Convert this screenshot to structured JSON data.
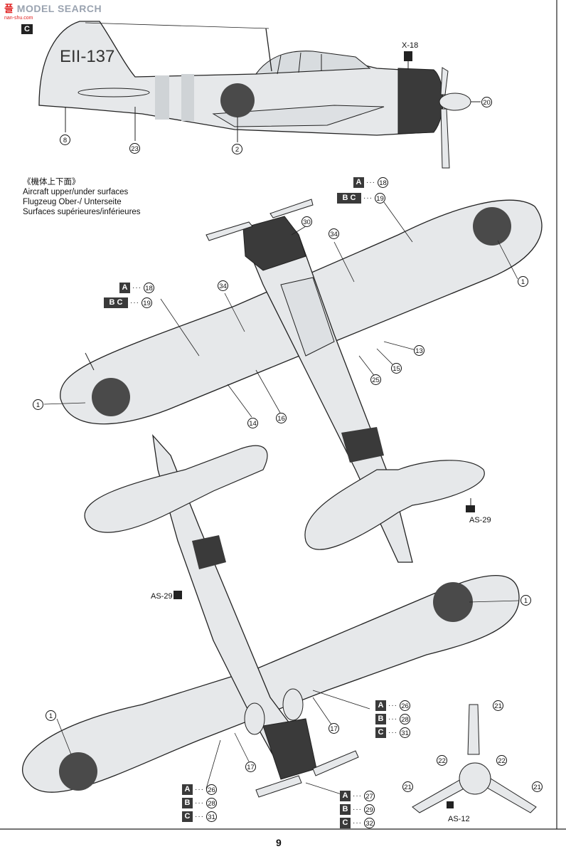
{
  "watermark": {
    "part1": "플",
    "part2": "MODEL SEARCH",
    "sub": "nan-shu.com"
  },
  "view_tag": "C",
  "side_view": {
    "tail_code": "EII-137",
    "parts": {
      "p8": "8",
      "p23": "23",
      "p2": "2",
      "p20": "20"
    },
    "paint_x18": "X-18"
  },
  "section_heading": {
    "jp": "《機体上下面》",
    "en": "Aircraft upper/under surfaces",
    "de": "Flugzeug Ober-/ Unterseite",
    "fr": "Surfaces supérieures/inférieures"
  },
  "upper_view": {
    "p1_right": "1",
    "p1_left": "1",
    "p30": "30",
    "p34_a": "34",
    "p34_b": "34",
    "p13": "13",
    "p15": "15",
    "p25": "25",
    "p14": "14",
    "p16": "16",
    "paint_as29": "AS-29",
    "top_refs": [
      {
        "box": "A",
        "part": "18"
      },
      {
        "box": "B C",
        "part": "19"
      }
    ],
    "left_refs": [
      {
        "box": "A",
        "part": "18"
      },
      {
        "box": "B C",
        "part": "19"
      }
    ]
  },
  "under_view": {
    "p1_right": "1",
    "p1_left": "1",
    "p17_a": "17",
    "p17_b": "17",
    "paint_as29": "AS-29",
    "right_refs": [
      {
        "box": "A",
        "part": "26"
      },
      {
        "box": "B",
        "part": "28"
      },
      {
        "box": "C",
        "part": "31"
      }
    ],
    "left_refs": [
      {
        "box": "A",
        "part": "26"
      },
      {
        "box": "B",
        "part": "28"
      },
      {
        "box": "C",
        "part": "31"
      }
    ],
    "bottom_refs": [
      {
        "box": "A",
        "part": "27"
      },
      {
        "box": "B",
        "part": "29"
      },
      {
        "box": "C",
        "part": "32"
      }
    ]
  },
  "propeller": {
    "p21_top": "21",
    "p22_l": "22",
    "p22_r": "22",
    "p21_l": "21",
    "p21_r": "21",
    "paint_as12": "AS-12"
  },
  "page_number": "9",
  "colors": {
    "fuselage": "#e6e8ea",
    "hinomaru": "#4a4a4a",
    "cowling": "#3a3a3a",
    "line": "#222222"
  }
}
